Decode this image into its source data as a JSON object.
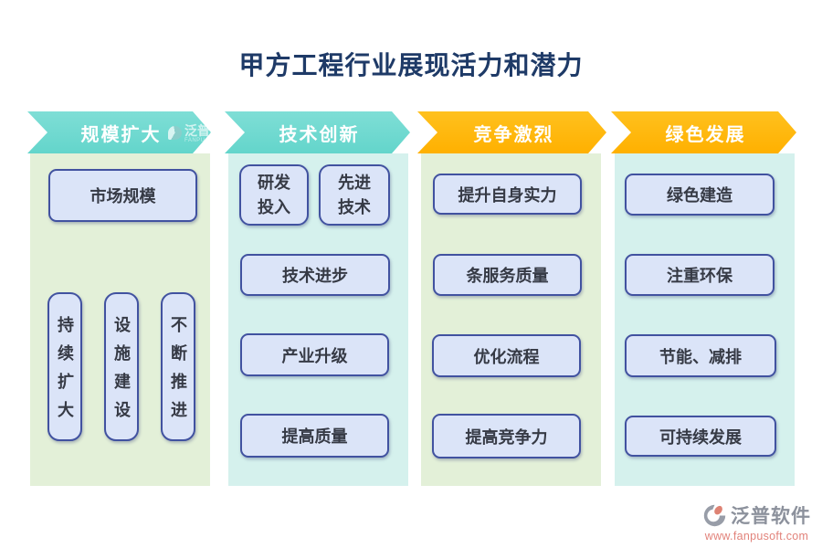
{
  "title": "甲方工程行业展现活力和潜力",
  "colors": {
    "title_navy": "#1E3A67",
    "arrow_teal": "#63D5CB",
    "arrow_orange": "#FFB70A",
    "panel_green": "#E3F0D8",
    "panel_cyan": "#D5F1ED",
    "box_fill": "#DBE4F8",
    "box_border": "#4152A0"
  },
  "columns": [
    {
      "header": "规模扩大",
      "top_box": "市场规模",
      "verticals": [
        "持续扩大",
        "设施建设",
        "不断推进"
      ]
    },
    {
      "header": "技术创新",
      "pair": [
        "研发\n投入",
        "先进\n技术"
      ],
      "items": [
        "技术进步",
        "产业升级",
        "提高质量"
      ]
    },
    {
      "header": "竞争激烈",
      "items": [
        "提升自身实力",
        "条服务质量",
        "优化流程",
        "提高竞争力"
      ]
    },
    {
      "header": "绿色发展",
      "items": [
        "绿色建造",
        "注重环保",
        "节能、减排",
        "可持续发展"
      ]
    }
  ],
  "watermark": {
    "brand": "泛普软件",
    "sub": "FANPU SOFTWARE"
  },
  "footer": {
    "brand": "泛普软件",
    "url": "www.fanpusoft.com"
  }
}
